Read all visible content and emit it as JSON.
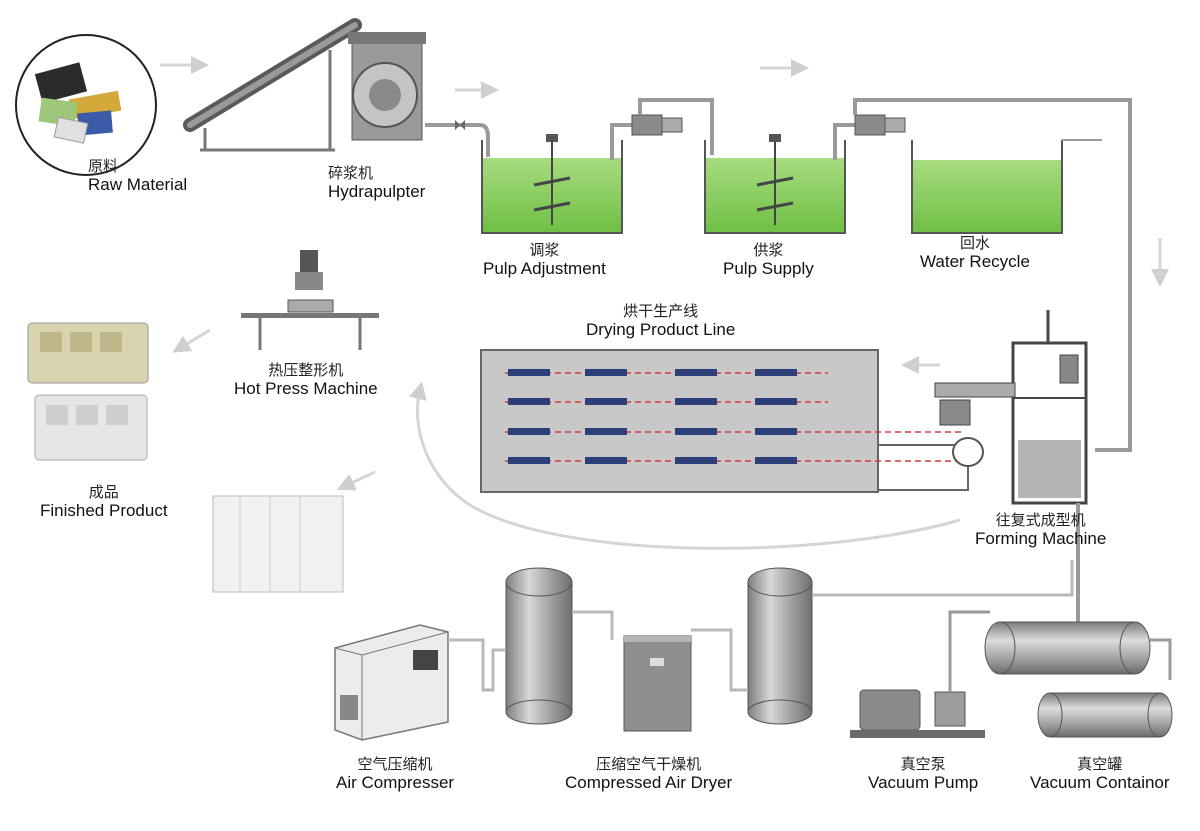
{
  "stages": [
    {
      "id": "raw",
      "zh": "原料",
      "en": "Raw Material"
    },
    {
      "id": "hydrapulper",
      "zh": "碎浆机",
      "en": "Hydrapulpter"
    },
    {
      "id": "pulp_adjust",
      "zh": "调浆",
      "en": "Pulp Adjustment"
    },
    {
      "id": "pulp_supply",
      "zh": "供浆",
      "en": "Pulp Supply"
    },
    {
      "id": "water_recycle",
      "zh": "回水",
      "en": "Water Recycle"
    },
    {
      "id": "drying_line",
      "zh": "烘干生产线",
      "en": "Drying Product Line"
    },
    {
      "id": "hot_press",
      "zh": "热压整形机",
      "en": "Hot Press Machine"
    },
    {
      "id": "finished",
      "zh": "成品",
      "en": "Finished Product"
    },
    {
      "id": "forming",
      "zh": "往复式成型机",
      "en": "Forming Machine"
    },
    {
      "id": "air_compressor",
      "zh": "空气压缩机",
      "en": "Air Compresser"
    },
    {
      "id": "air_dryer",
      "zh": "压缩空气干燥机",
      "en": "Compressed Air Dryer"
    },
    {
      "id": "vacuum_pump",
      "zh": "真空泵",
      "en": "Vacuum Pump"
    },
    {
      "id": "vacuum_tank",
      "zh": "真空罐",
      "en": "Vacuum Containor"
    }
  ],
  "colors": {
    "pulp": "#8fd06a",
    "pulp_dark": "#6dbb47",
    "machine": "#8e8e8e",
    "machine_light": "#c9c9c9",
    "pipe": "#9a9a9a",
    "arrow": "#cfcfcf",
    "dryer_conveyor": "#d23a3a"
  }
}
